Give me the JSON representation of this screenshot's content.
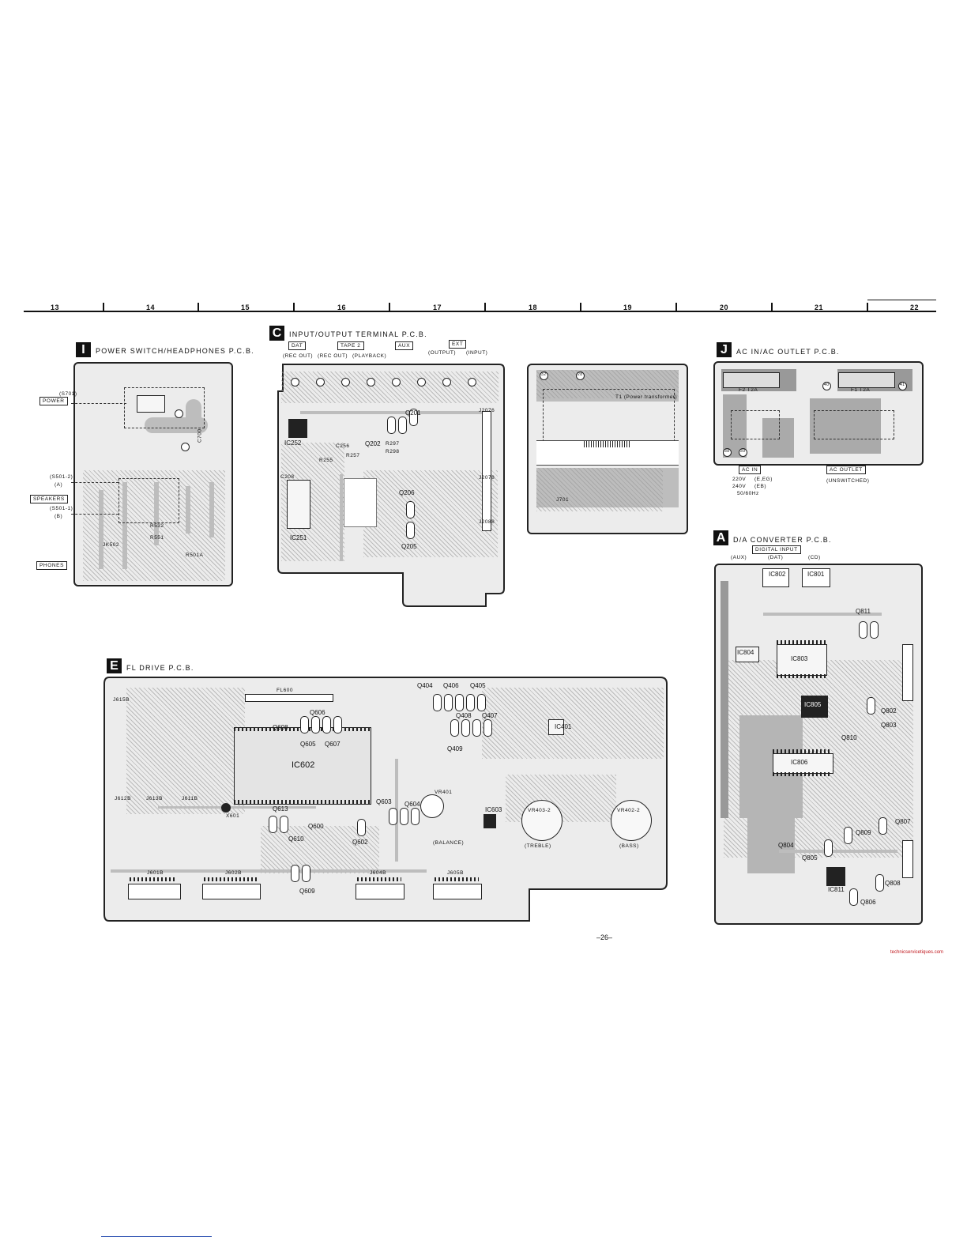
{
  "ruler": {
    "columns": [
      "13",
      "14",
      "15",
      "16",
      "17",
      "18",
      "19",
      "20",
      "21",
      "22"
    ]
  },
  "page_number": "–26–",
  "watermark": "technicservicetiques.com",
  "sections": {
    "I": {
      "letter": "I",
      "title": "POWER SWITCH/HEADPHONES P.C.B.",
      "labels": {
        "s701": "(S701)",
        "power": "POWER",
        "s501_2": "(S501-2)",
        "a": "(A)",
        "speakers": "SPEAKERS",
        "s501_1": "(S501-1)",
        "b": "(B)",
        "phones": "PHONES",
        "c700": "C700",
        "r532": "R532",
        "r551": "R551",
        "jk502": "JK502",
        "r501a": "R501A"
      }
    },
    "C": {
      "letter": "C",
      "title": "INPUT/OUTPUT TERMINAL P.C.B.",
      "labels": {
        "dat": "DAT",
        "tape2": "TAPE 2",
        "aux": "AUX",
        "ext": "EXT",
        "rec_out_1": "(REC OUT)",
        "rec_out_2": "(REC OUT)",
        "playback": "(PLAYBACK)",
        "output": "(OUTPUT)",
        "input": "(INPUT)",
        "q201": "Q201",
        "q202": "Q202",
        "q206": "Q206",
        "q205": "Q205",
        "ic252": "IC252",
        "ic251": "IC251",
        "r297": "R297",
        "r298": "R298",
        "r257": "R257",
        "r255": "R255",
        "c208": "C208",
        "c256": "C256",
        "j2076": "J2076",
        "j2078": "J2078",
        "j2088": "J2088"
      }
    },
    "T": {
      "labels": {
        "t1": "T1 (Power transformer)",
        "j701": "J701",
        "pad_32": "32",
        "pad_28": "28"
      }
    },
    "J": {
      "letter": "J",
      "title": "AC IN/AC OUTLET P.C.B.",
      "labels": {
        "f2": "F2  T2A",
        "f1": "F1  T2A",
        "ac_in": "AC IN",
        "ac_outlet": "AC OUTLET",
        "v220": "220V",
        "v240": "240V",
        "e_eg": "(E,EG)",
        "eb": "(EB)",
        "hz": "50/60Hz",
        "unswitched": "(UNSWITCHED)",
        "pad_38": "38",
        "pad_39": "39",
        "pad_40": "40",
        "pad_41": "41"
      }
    },
    "A": {
      "letter": "A",
      "title": "D/A CONVERTER P.C.B.",
      "labels": {
        "digital_input": "DIGITAL INPUT",
        "aux": "(AUX)",
        "dat": "(DAT)",
        "cd": "(CD)",
        "ic802": "IC802",
        "ic801": "IC801",
        "q811": "Q811",
        "ic804": "IC804",
        "ic803": "IC803",
        "ic805": "IC805",
        "q802": "Q802",
        "q803": "Q803",
        "q810": "Q810",
        "ic806": "IC806",
        "q807": "Q807",
        "q809": "Q809",
        "q804": "Q804",
        "q805": "Q805",
        "q808": "Q808",
        "ic811": "IC811",
        "q806": "Q806"
      }
    },
    "E": {
      "letter": "E",
      "title": "FL DRIVE P.C.B.",
      "labels": {
        "q404": "Q404",
        "q406": "Q406",
        "q405": "Q405",
        "q408": "Q408",
        "q407": "Q407",
        "q409": "Q409",
        "fl600": "FL600",
        "q606": "Q606",
        "q608": "Q608",
        "q605": "Q605",
        "q607": "Q607",
        "ic602": "IC602",
        "ic401": "IC401",
        "q613": "Q613",
        "q600": "Q600",
        "q602": "Q602",
        "q603": "Q603",
        "q604": "Q604",
        "q610": "Q610",
        "q609": "Q609",
        "ic603": "IC603",
        "vr401": "VR401",
        "vr403": "VR403-2",
        "vr402": "VR402-2",
        "balance": "(BALANCE)",
        "treble": "(TREBLE)",
        "bass": "(BASS)",
        "j615b": "J615B",
        "j612b": "J612B",
        "j613b": "J613B",
        "j611b": "J611B",
        "j601b": "J601B",
        "j602b": "J602B",
        "j604b": "J604B",
        "j605b": "J605B",
        "x601": "X601"
      }
    }
  }
}
